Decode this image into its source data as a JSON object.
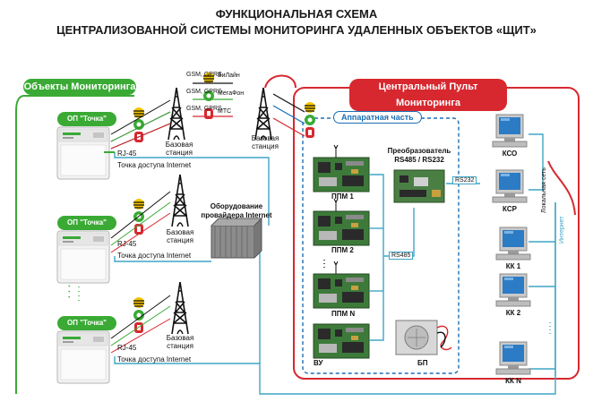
{
  "title": {
    "line1": "ФУНКЦИОНАЛЬНАЯ СХЕМА",
    "line2": "ЦЕНТРАЛИЗОВАННОЙ СИСТЕМЫ МОНИТОРИНГА УДАЛЕННЫХ ОБЪЕКТОВ «ЩИТ»"
  },
  "objects": {
    "header": "Объекты Мониторинга",
    "site_label": "ОП \"Точка\"",
    "rj45": "RJ-45",
    "access_point": "Точка доступа Internet",
    "ellipsis": "· · ·"
  },
  "network": {
    "gsm_gprs": "GSM, GPRS",
    "beeline": "БиЛайн",
    "megafon": "МегаФон",
    "mts": "МТС",
    "base_station_1": "Базовая",
    "base_station_2": "станция",
    "provider_1": "Оборудование",
    "provider_2": "провайдера Internet",
    "internet": "Интернет"
  },
  "central": {
    "header": "Центральный Пульт Мониторинга",
    "hardware": "Аппаратная часть",
    "converter_1": "Преобразователь",
    "converter_2": "RS485 / RS232",
    "rs232": "RS232",
    "rs485": "RS485",
    "ppm1": "ППМ 1",
    "ppm2": "ППМ 2",
    "ppmn": "ППМ N",
    "vu": "ВУ",
    "bp": "БП",
    "kso": "КСО",
    "ksr": "КСР",
    "kk1": "КК 1",
    "kk2": "КК 2",
    "kkn": "КК N",
    "lan": "Локальная сеть"
  },
  "colors": {
    "green": "#3aaa35",
    "red": "#d7282f",
    "blue": "#1a6fb5",
    "teal": "#3ea5c6",
    "beeline": "#f5c400"
  }
}
